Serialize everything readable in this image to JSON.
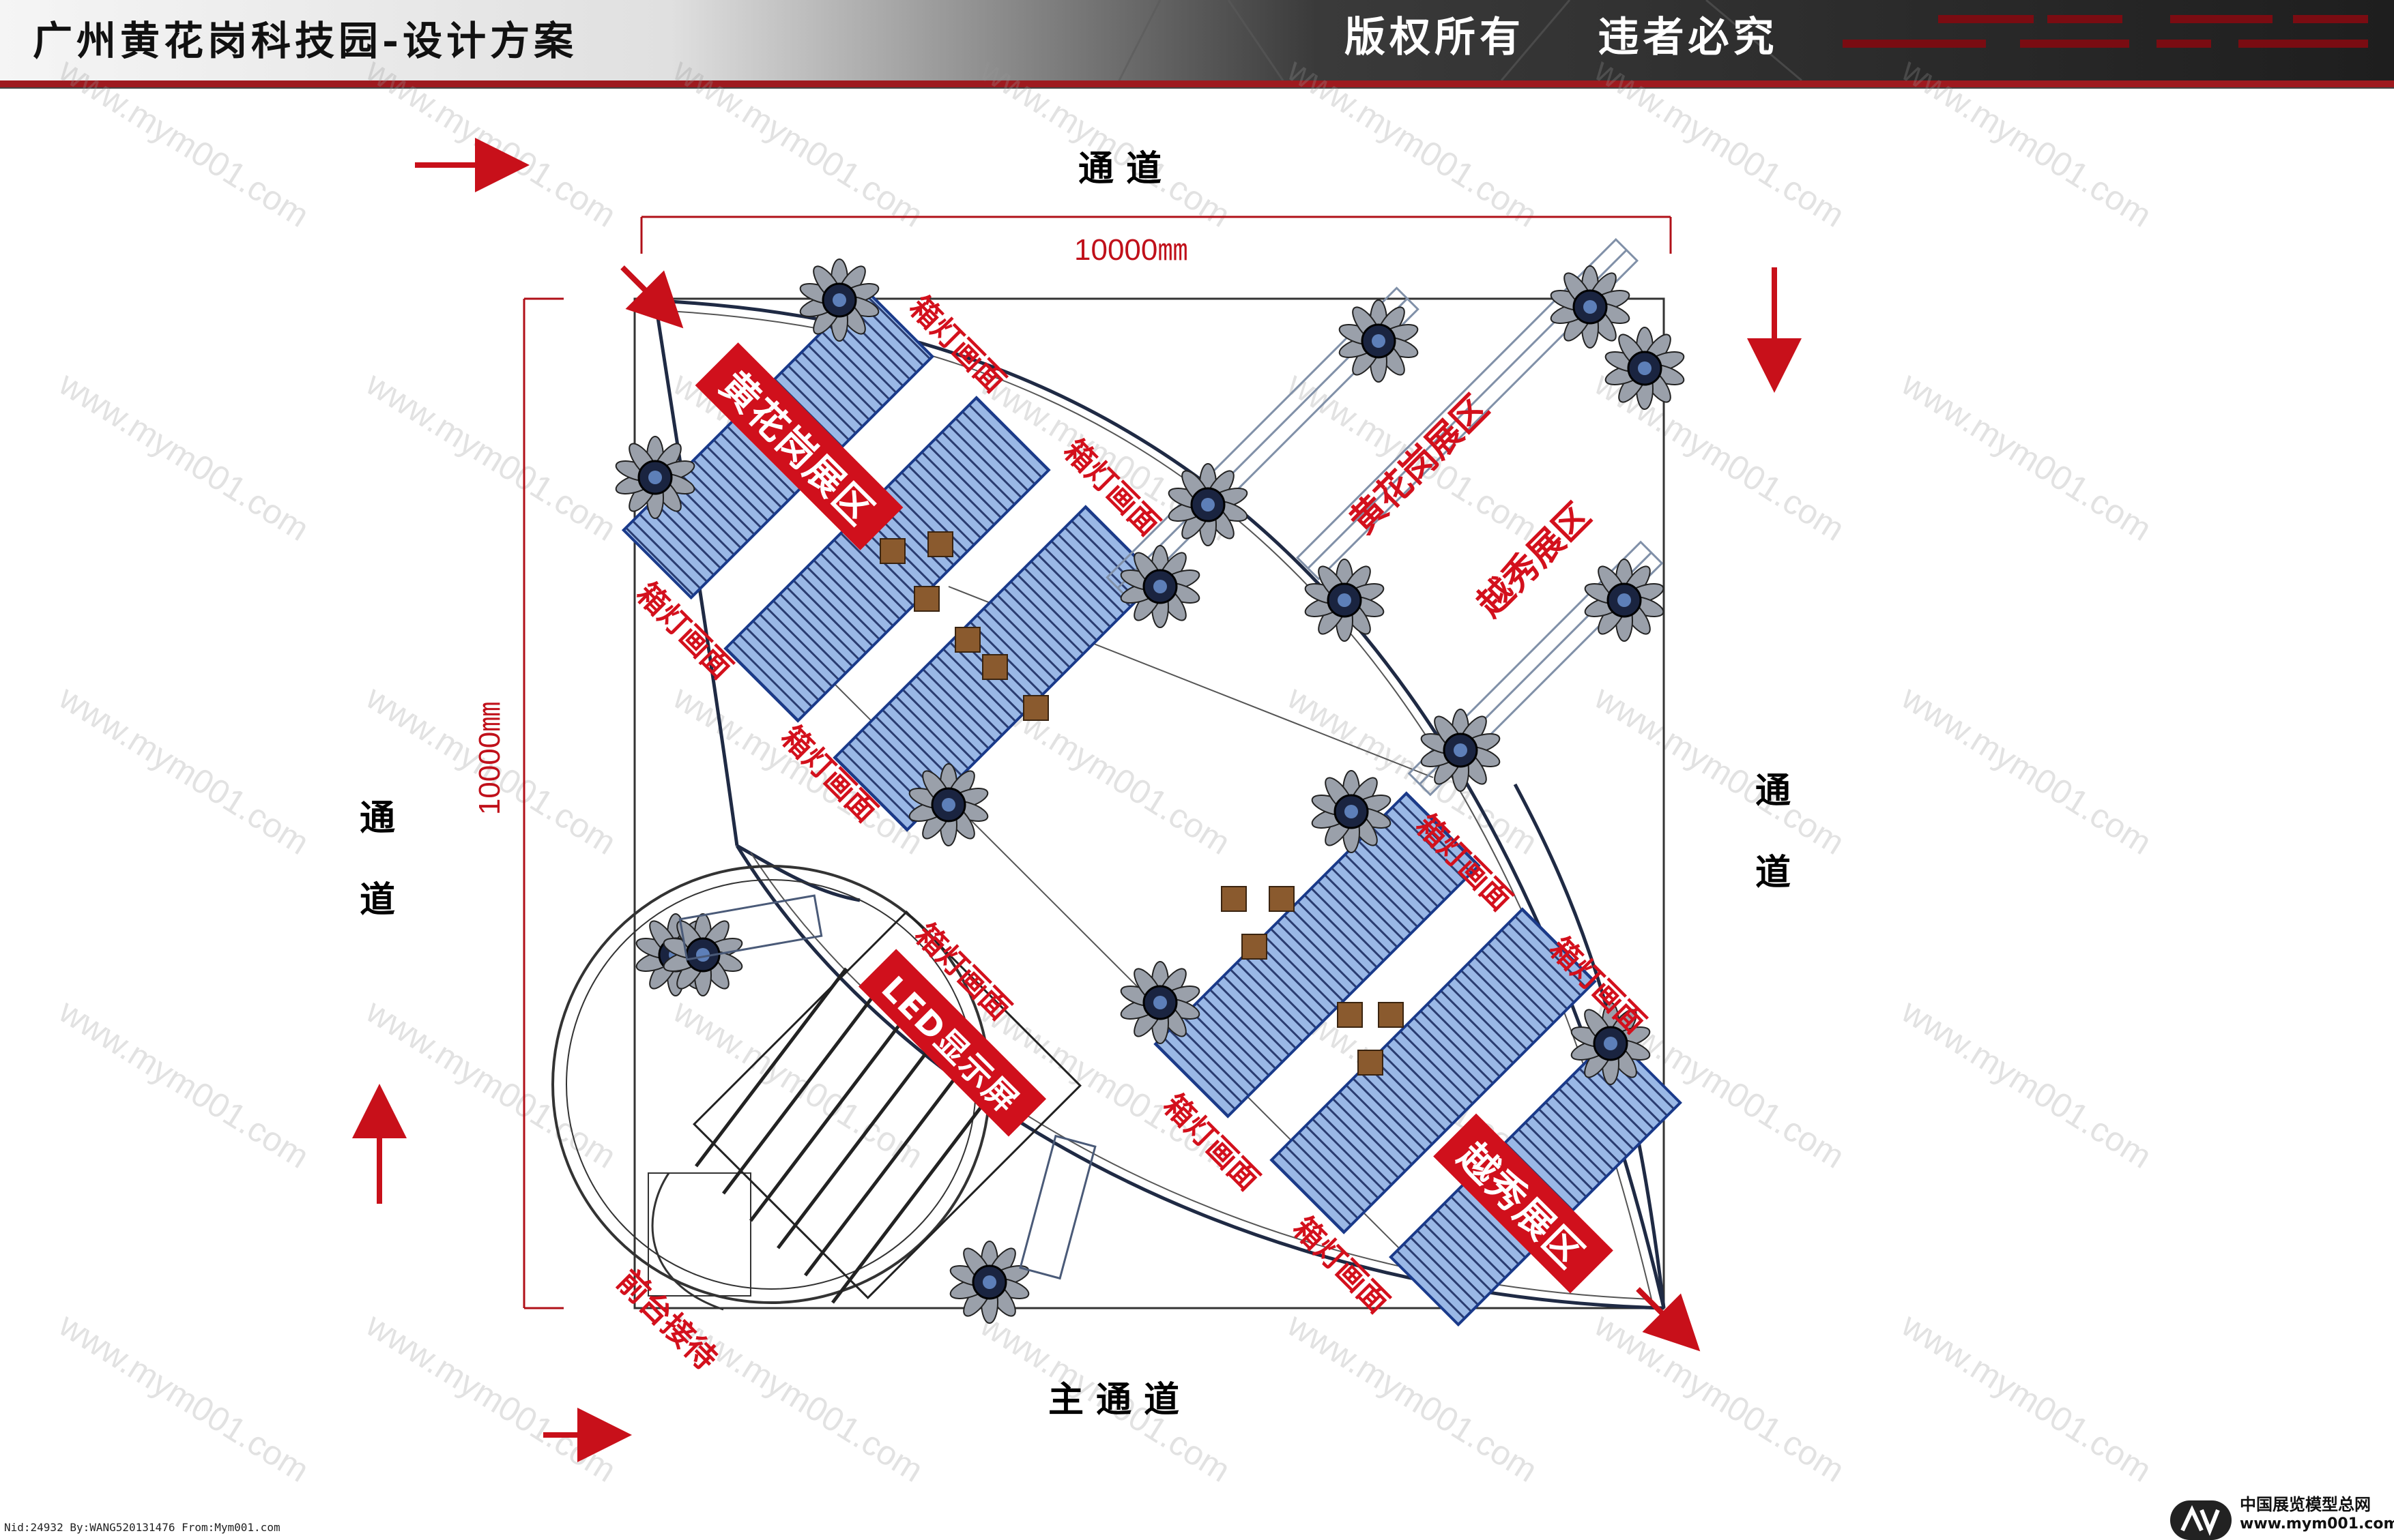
{
  "header": {
    "title": "广州黄花岗科技园-设计方案",
    "copyright": "版权所有    违者必究"
  },
  "corridors": {
    "top": "通道",
    "right_1": "通",
    "right_2": "道",
    "left_1": "通",
    "left_2": "道",
    "bottom": "主通道"
  },
  "dimensions": {
    "width": "10000㎜",
    "height": "10000㎜"
  },
  "labels": {
    "lightbox": "箱灯画面",
    "huanghuagang_zone": "黄花岗展区",
    "yuexiu_zone": "越秀展区",
    "led_screen": "LED显示屏",
    "reception": "前台接待"
  },
  "logo": {
    "name": "中国展览模型总网",
    "url": "www.mym001.com"
  },
  "footer": {
    "id": "Nid:24932 By:WANG520131476 From:Mym001.com"
  },
  "watermark": "www.mym001.com",
  "colors": {
    "accent_red": "#d0101c",
    "header_dark": "#3a3a3a"
  }
}
